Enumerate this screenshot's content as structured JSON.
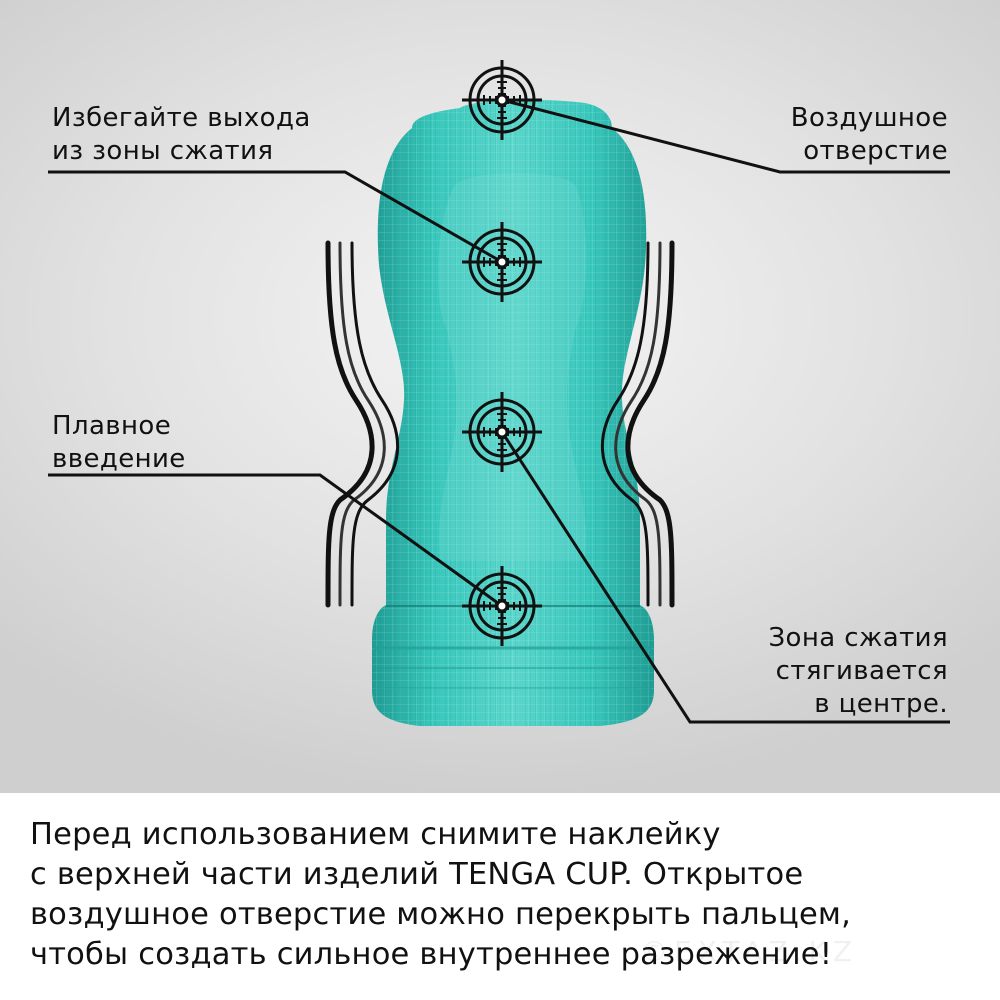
{
  "labels": {
    "avoid_exit": [
      "Избегайте выхода",
      "из зоны сжатия"
    ],
    "air_hole": [
      "Воздушное",
      "отверстие"
    ],
    "smooth_entry": [
      "Плавное",
      "введение"
    ],
    "compression_zone": [
      "Зона сжатия",
      "стягивается",
      "в центре."
    ]
  },
  "caption": [
    "Перед использованием снимите наклейку",
    "с верхней части изделий TENGA CUP. Открытое",
    "воздушное отверстие можно перекрыть пальцем,",
    "чтобы создать сильное внутреннее разрежение!"
  ],
  "watermark": "©EXTAZ.KZ",
  "colors": {
    "cup": "#2fbdb3",
    "cup_dark": "#1f9d94",
    "cup_light": "#7fe0d6",
    "line": "#111111"
  },
  "icons": [
    "crosshair-icon",
    "squeeze-wave-icon"
  ]
}
